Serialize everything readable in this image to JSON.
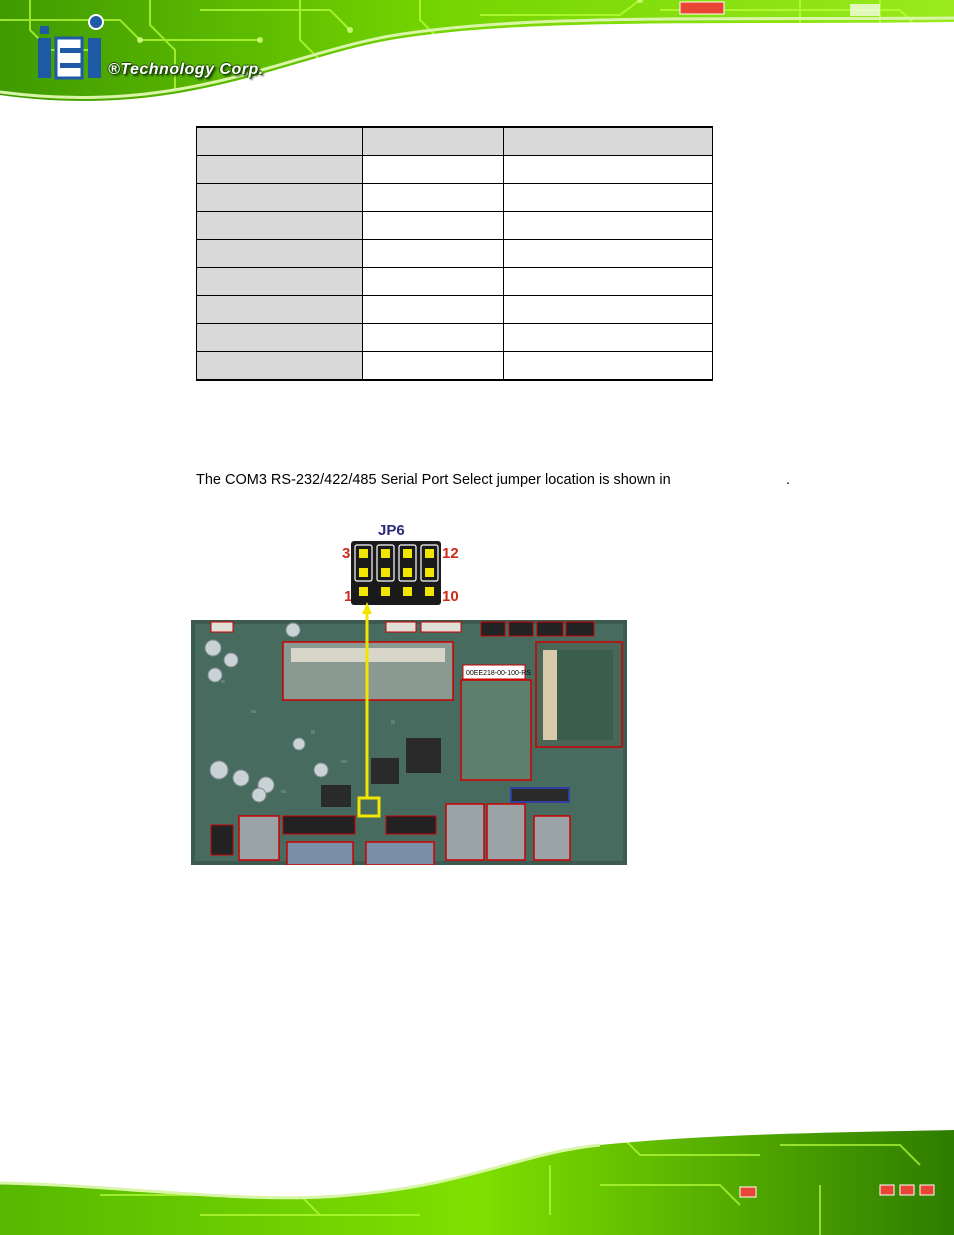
{
  "header": {
    "logo_mark": "iEi",
    "logo_text": "®Technology Corp."
  },
  "table": {
    "rows": 9,
    "cols": 3
  },
  "body": {
    "paragraph": "The COM3 RS-232/422/485 Serial Port Select jumper location is shown in",
    "period": "."
  },
  "figure": {
    "jumper_label": "JP6",
    "pin_top_left": "3",
    "pin_top_right": "12",
    "pin_bottom_left": "1",
    "pin_bottom_right": "10",
    "board_text": "00EE218-00-100-RS",
    "highlight_color": "#f2e600",
    "outline_color": "#cc0000"
  },
  "colors": {
    "banner_green": "#7fe000",
    "banner_dark": "#2f7a00"
  }
}
